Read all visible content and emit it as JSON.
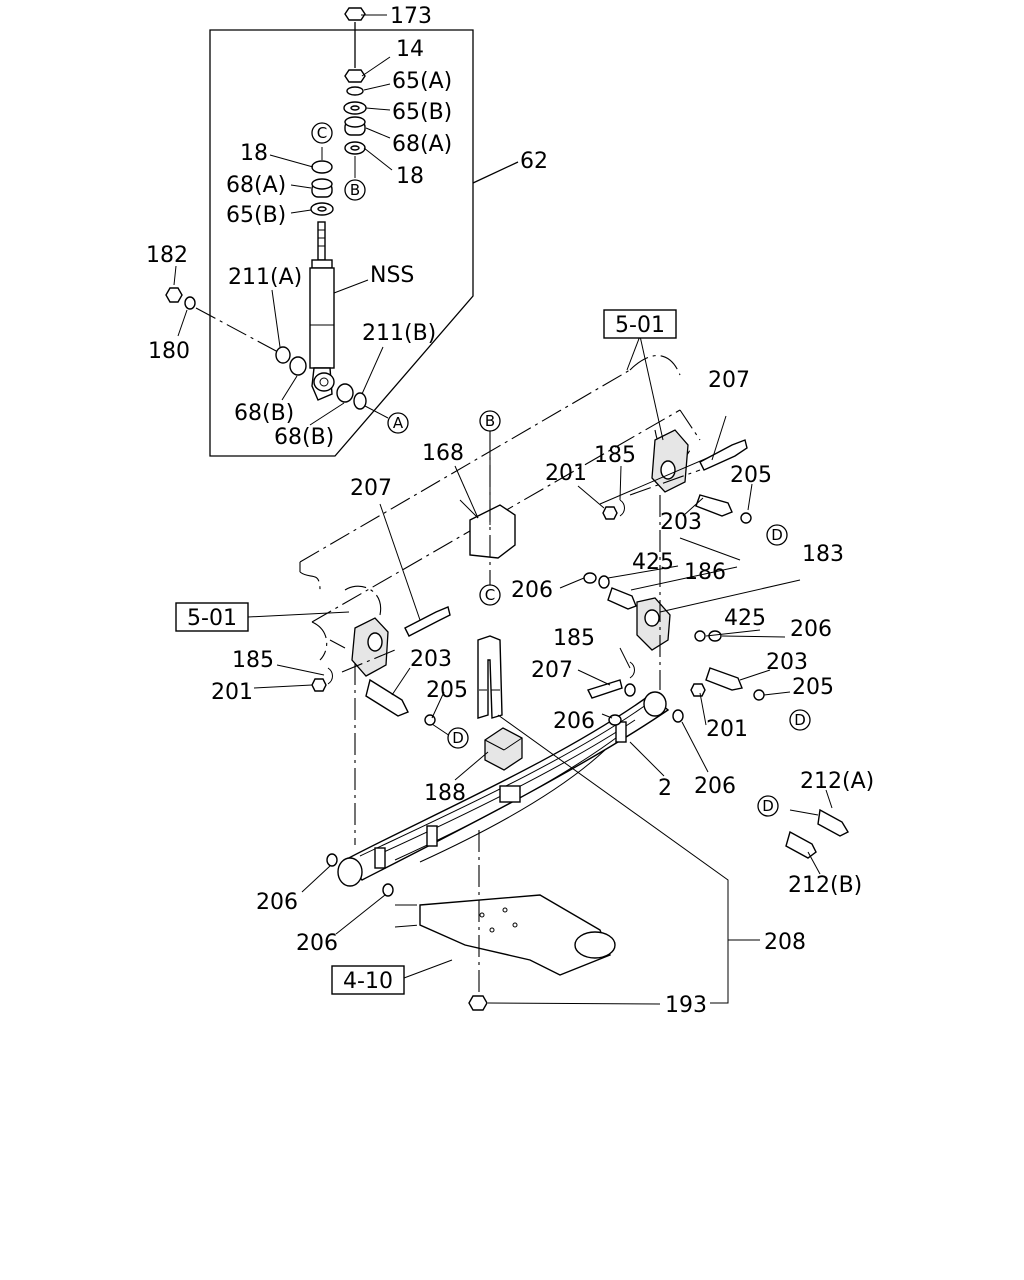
{
  "labels": {
    "l173": "173",
    "l14": "14",
    "l65a_1": "65(A)",
    "l65b_1": "65(B)",
    "l68a_1": "68(A)",
    "l18_1": "18",
    "l18_2": "18",
    "l68a_2": "68(A)",
    "l65b_2": "65(B)",
    "l62": "62",
    "l182": "182",
    "l180": "180",
    "l211a": "211(A)",
    "lnss": "NSS",
    "l211b": "211(B)",
    "l68b_1": "68(B)",
    "l68b_2": "68(B)",
    "l168": "168",
    "l185_1": "185",
    "l201_1": "201",
    "l207_1": "207",
    "l205_1": "205",
    "l203_1": "203",
    "l207_2": "207",
    "l206_1": "206",
    "l425_1": "425",
    "l186": "186",
    "l183": "183",
    "l425_2": "425",
    "l206_2": "206",
    "l185_2": "185",
    "l201_2": "201",
    "l203_2": "203",
    "l205_2": "205",
    "l207_3": "207",
    "l206_3": "206",
    "l203_3": "203",
    "l205_3": "205",
    "l201_3": "201",
    "l188": "188",
    "l2": "2",
    "l206_4": "206",
    "l212a": "212(A)",
    "l212b": "212(B)",
    "l206_5": "206",
    "l206_6": "206",
    "l208": "208",
    "l193": "193"
  },
  "refs": {
    "r501_top": "5-01",
    "r501_left": "5-01",
    "r410": "4-10"
  },
  "markers": {
    "c_top": "C",
    "b_top": "B",
    "a_shock": "A",
    "b_168": "B",
    "c_168": "C",
    "d_205a": "D",
    "d_205b": "D",
    "d_205c": "D",
    "d_212": "D"
  }
}
